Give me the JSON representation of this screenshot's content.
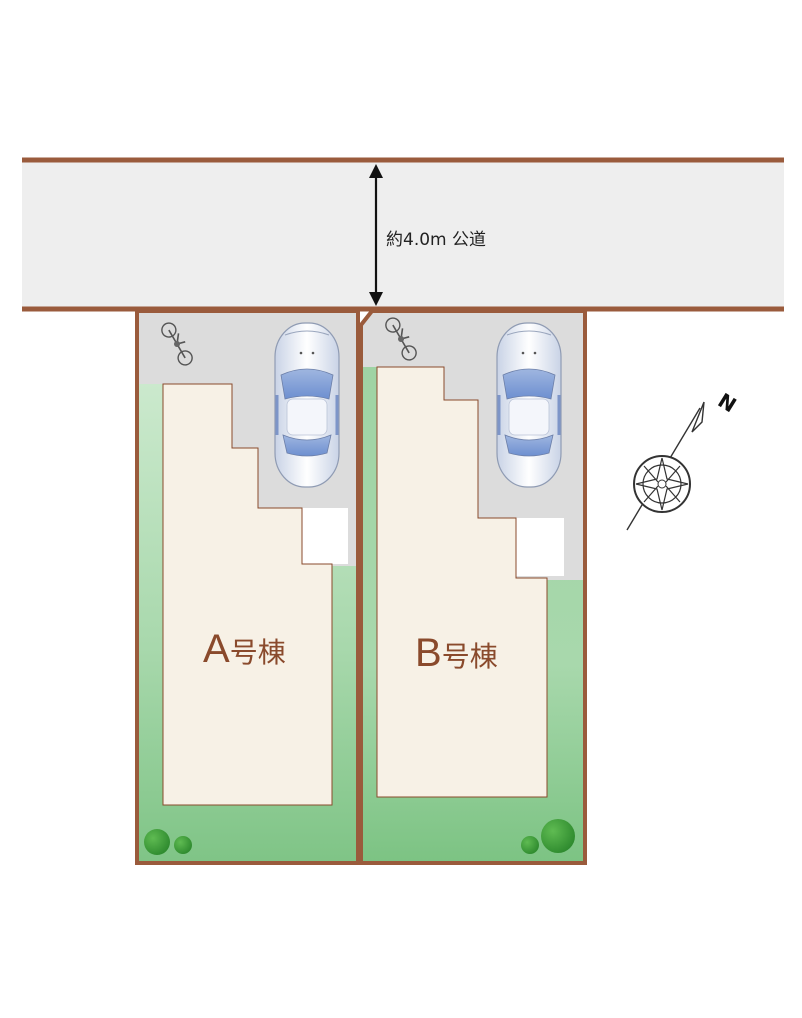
{
  "road": {
    "label": "約4.0m 公道"
  },
  "lots": [
    {
      "letter": "A",
      "suffix": "号棟"
    },
    {
      "letter": "B",
      "suffix": "号棟"
    }
  ],
  "compass": {
    "north_label": "N"
  },
  "colors": {
    "road": "#eeeeee",
    "boundary": "#9a5b3c",
    "parking": "#dcdcdc",
    "garden": "#a9d8ad",
    "building": "#f7f1e6",
    "building_outline": "#8a4a2c",
    "tree": "#3a9a3a"
  }
}
